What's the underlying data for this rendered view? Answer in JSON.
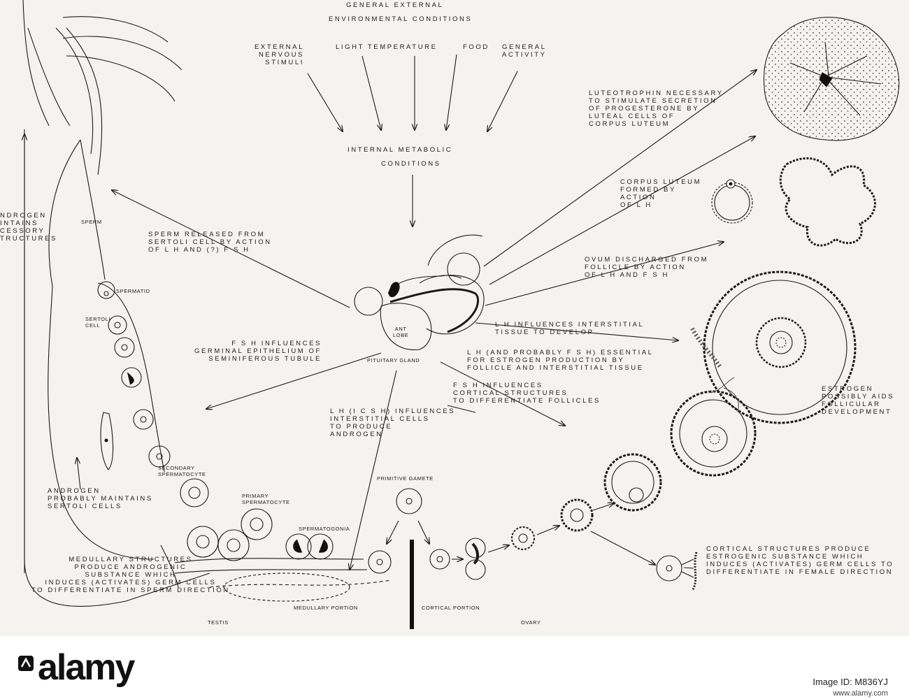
{
  "labels": {
    "general_external": "GENERAL EXTERNAL",
    "environmental_conditions": "ENVIRONMENTAL CONDITIONS",
    "external_nervous": "EXTERNAL\nNERVOUS\nSTIMULI",
    "light_temperature": "LIGHT TEMPERATURE",
    "food": "FOOD",
    "general_activity": "GENERAL\nACTIVITY",
    "internal_metabolic": "INTERNAL METABOLIC",
    "conditions": "CONDITIONS",
    "luteotrophin": "LUTEOTROPHIN NECESSARY\nTO STIMULATE SECRETION\nOF PROGESTERONE BY\nLUTEAL CELLS OF\nCORPUS LUTEUM",
    "corpus_luteum": "CORPUS LUTEUM\nFORMED BY\nACTION\nOF L H",
    "androgen_maintains": "NDROGEN\nINTAINS\nCESSORY\nTRUCTURES",
    "sperm": "SPERM",
    "sperm_released": "SPERM RELEASED FROM\nSERTOLI CELL BY ACTION\nOF L H AND (?) F S H",
    "ovum_discharged": "OVUM DISCHARGED FROM\nFOLLICLE BY ACTION\nOF L H AND F S H",
    "spermatid": "SPERMATID",
    "sertoli_cell": "SERTOLI\nCELL",
    "ant_lobe": "ANT\nLOBE",
    "pituitary_gland": "PITUITARY GLAND",
    "lh_interstitial": "L H INFLUENCES INTERSTITIAL\nTISSUE TO DEVELOP",
    "lh_fsh_essential": "L H (AND PROBABLY F S H) ESSENTIAL\nFOR ESTROGEN PRODUCTION BY\nFOLLICLE AND INTERSTITIAL TISSUE",
    "fsh_germinal": "F S H INFLUENCES\nGERMINAL EPITHELIUM OF\nSEMINIFEROUS TUBULE",
    "fsh_cortical": "F S H INFLUENCES\nCORTICAL STRUCTURES\nTO DIFFERENTIATE FOLLICLES",
    "estrogen_aids": "ESTROGEN\nPOSSIBLY AIDS\nFOLLICULAR\nDEVELOPMENT",
    "lh_icsh": "L H (I C S H) INFLUENCES\nINTERSTITIAL CELLS\nTO PRODUCE\nANDROGEN",
    "secondary_spermatocyte": "SECONDARY\nSPERMATOCYTE",
    "androgen_sertoli": "ANDROGEN\nPROBABLY MAINTAINS\nSERTOLI CELLS",
    "primary_spermatocyte": "PRIMARY\nSPERMATOCYTE",
    "primitive_gamete": "PRIMITIVE GAMETE",
    "spermatogonia": "SPERMATOGONIA",
    "medullary_structures": "MEDULLARY STRUCTURES\nPRODUCE ANDROGENIC\nSUBSTANCE WHICH\nINDUCES (ACTIVATES) GERM CELLS\nTO DIFFERENTIATE IN SPERM DIRECTION",
    "cortical_structures": "CORTICAL STRUCTURES PRODUCE\nESTROGENIC SUBSTANCE WHICH\nINDUCES (ACTIVATES) GERM CELLS TO\nDIFFERENTIATE IN FEMALE DIRECTION",
    "medullary_portion": "MEDULLARY PORTION",
    "cortical_portion": "CORTICAL PORTION",
    "testis": "TESTIS",
    "ovary": "OVARY"
  },
  "footer": {
    "brand": "alamy",
    "image_id": "Image ID: M836YJ",
    "url": "www.alamy.com"
  },
  "colors": {
    "ink": "#1b1b1b",
    "paper": "#f4f3ef"
  }
}
